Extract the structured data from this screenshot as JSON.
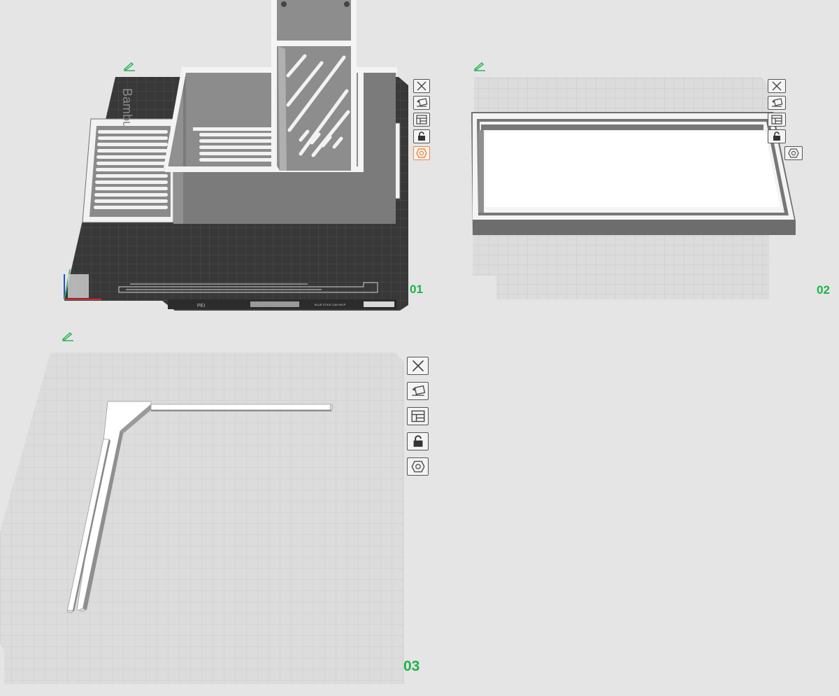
{
  "plates": [
    {
      "number": "01",
      "bed_brand": "Bambu",
      "bed_tag": "PEI",
      "bed_notice": "BLUE STICK CAN HELP",
      "active_slicer_icon": true
    },
    {
      "number": "02"
    },
    {
      "number": "03"
    }
  ],
  "toolbar_icons": [
    "close-icon",
    "auto-orient-icon",
    "arrange-icon",
    "lock-icon",
    "slice-hex-icon"
  ],
  "colors": {
    "accent": "#1db34a",
    "bed_textured": "#3a3a3a",
    "bed_smooth": "#d2d2d2",
    "model_fill": "#ffffff",
    "model_shade": "#6f6f6f",
    "highlight": "#f08a3c"
  }
}
